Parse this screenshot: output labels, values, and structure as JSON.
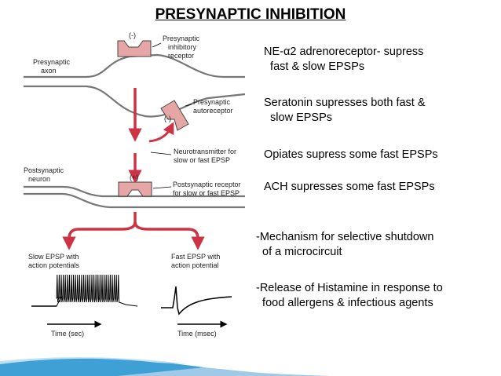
{
  "title": "PRESYNAPTIC INHIBITION",
  "diagram": {
    "presynaptic_axon": [
      "Presynaptic",
      "axon"
    ],
    "inhibitory_receptor_sign": "(-)",
    "inhibitory_receptor": [
      "Presynaptic",
      "inhibitory",
      "receptor"
    ],
    "autoreceptor": [
      "Presynaptic",
      "autoreceptor"
    ],
    "autoreceptor_sign": "(-)",
    "neurotransmitter": [
      "Neurotransmitter for",
      "slow or fast EPSP"
    ],
    "postsynaptic_neuron": [
      "Postsynaptic",
      "neuron"
    ],
    "postsynaptic_sign": "(+)",
    "postsynaptic_receptor": [
      "Postsynaptic receptor",
      "for slow or fast EPSP"
    ],
    "slow_epsp": [
      "Slow EPSP with",
      "action potentials"
    ],
    "fast_epsp": [
      "Fast EPSP with",
      "action potential"
    ],
    "time_sec": "Time (sec)",
    "time_msec": "Time (msec)"
  },
  "notes": {
    "ne": [
      "NE-α2 adrenoreceptor- supress",
      "  fast & slow EPSPs"
    ],
    "serotonin": [
      "Seratonin supresses both fast &",
      "  slow EPSPs"
    ],
    "opiates": "Opiates supress some fast EPSPs",
    "ach": "ACH supresses some fast EPSPs",
    "mechanism": [
      "-Mechanism for selective shutdown",
      "  of a microcircuit"
    ],
    "histamine": [
      "-Release of Histamine in response to",
      "  food allergens & infectious agents"
    ]
  },
  "colors": {
    "arrow": "#cc3344",
    "receptor": "#e7a6a6",
    "membrane": "#777777",
    "accent": "#3fa0d6"
  }
}
